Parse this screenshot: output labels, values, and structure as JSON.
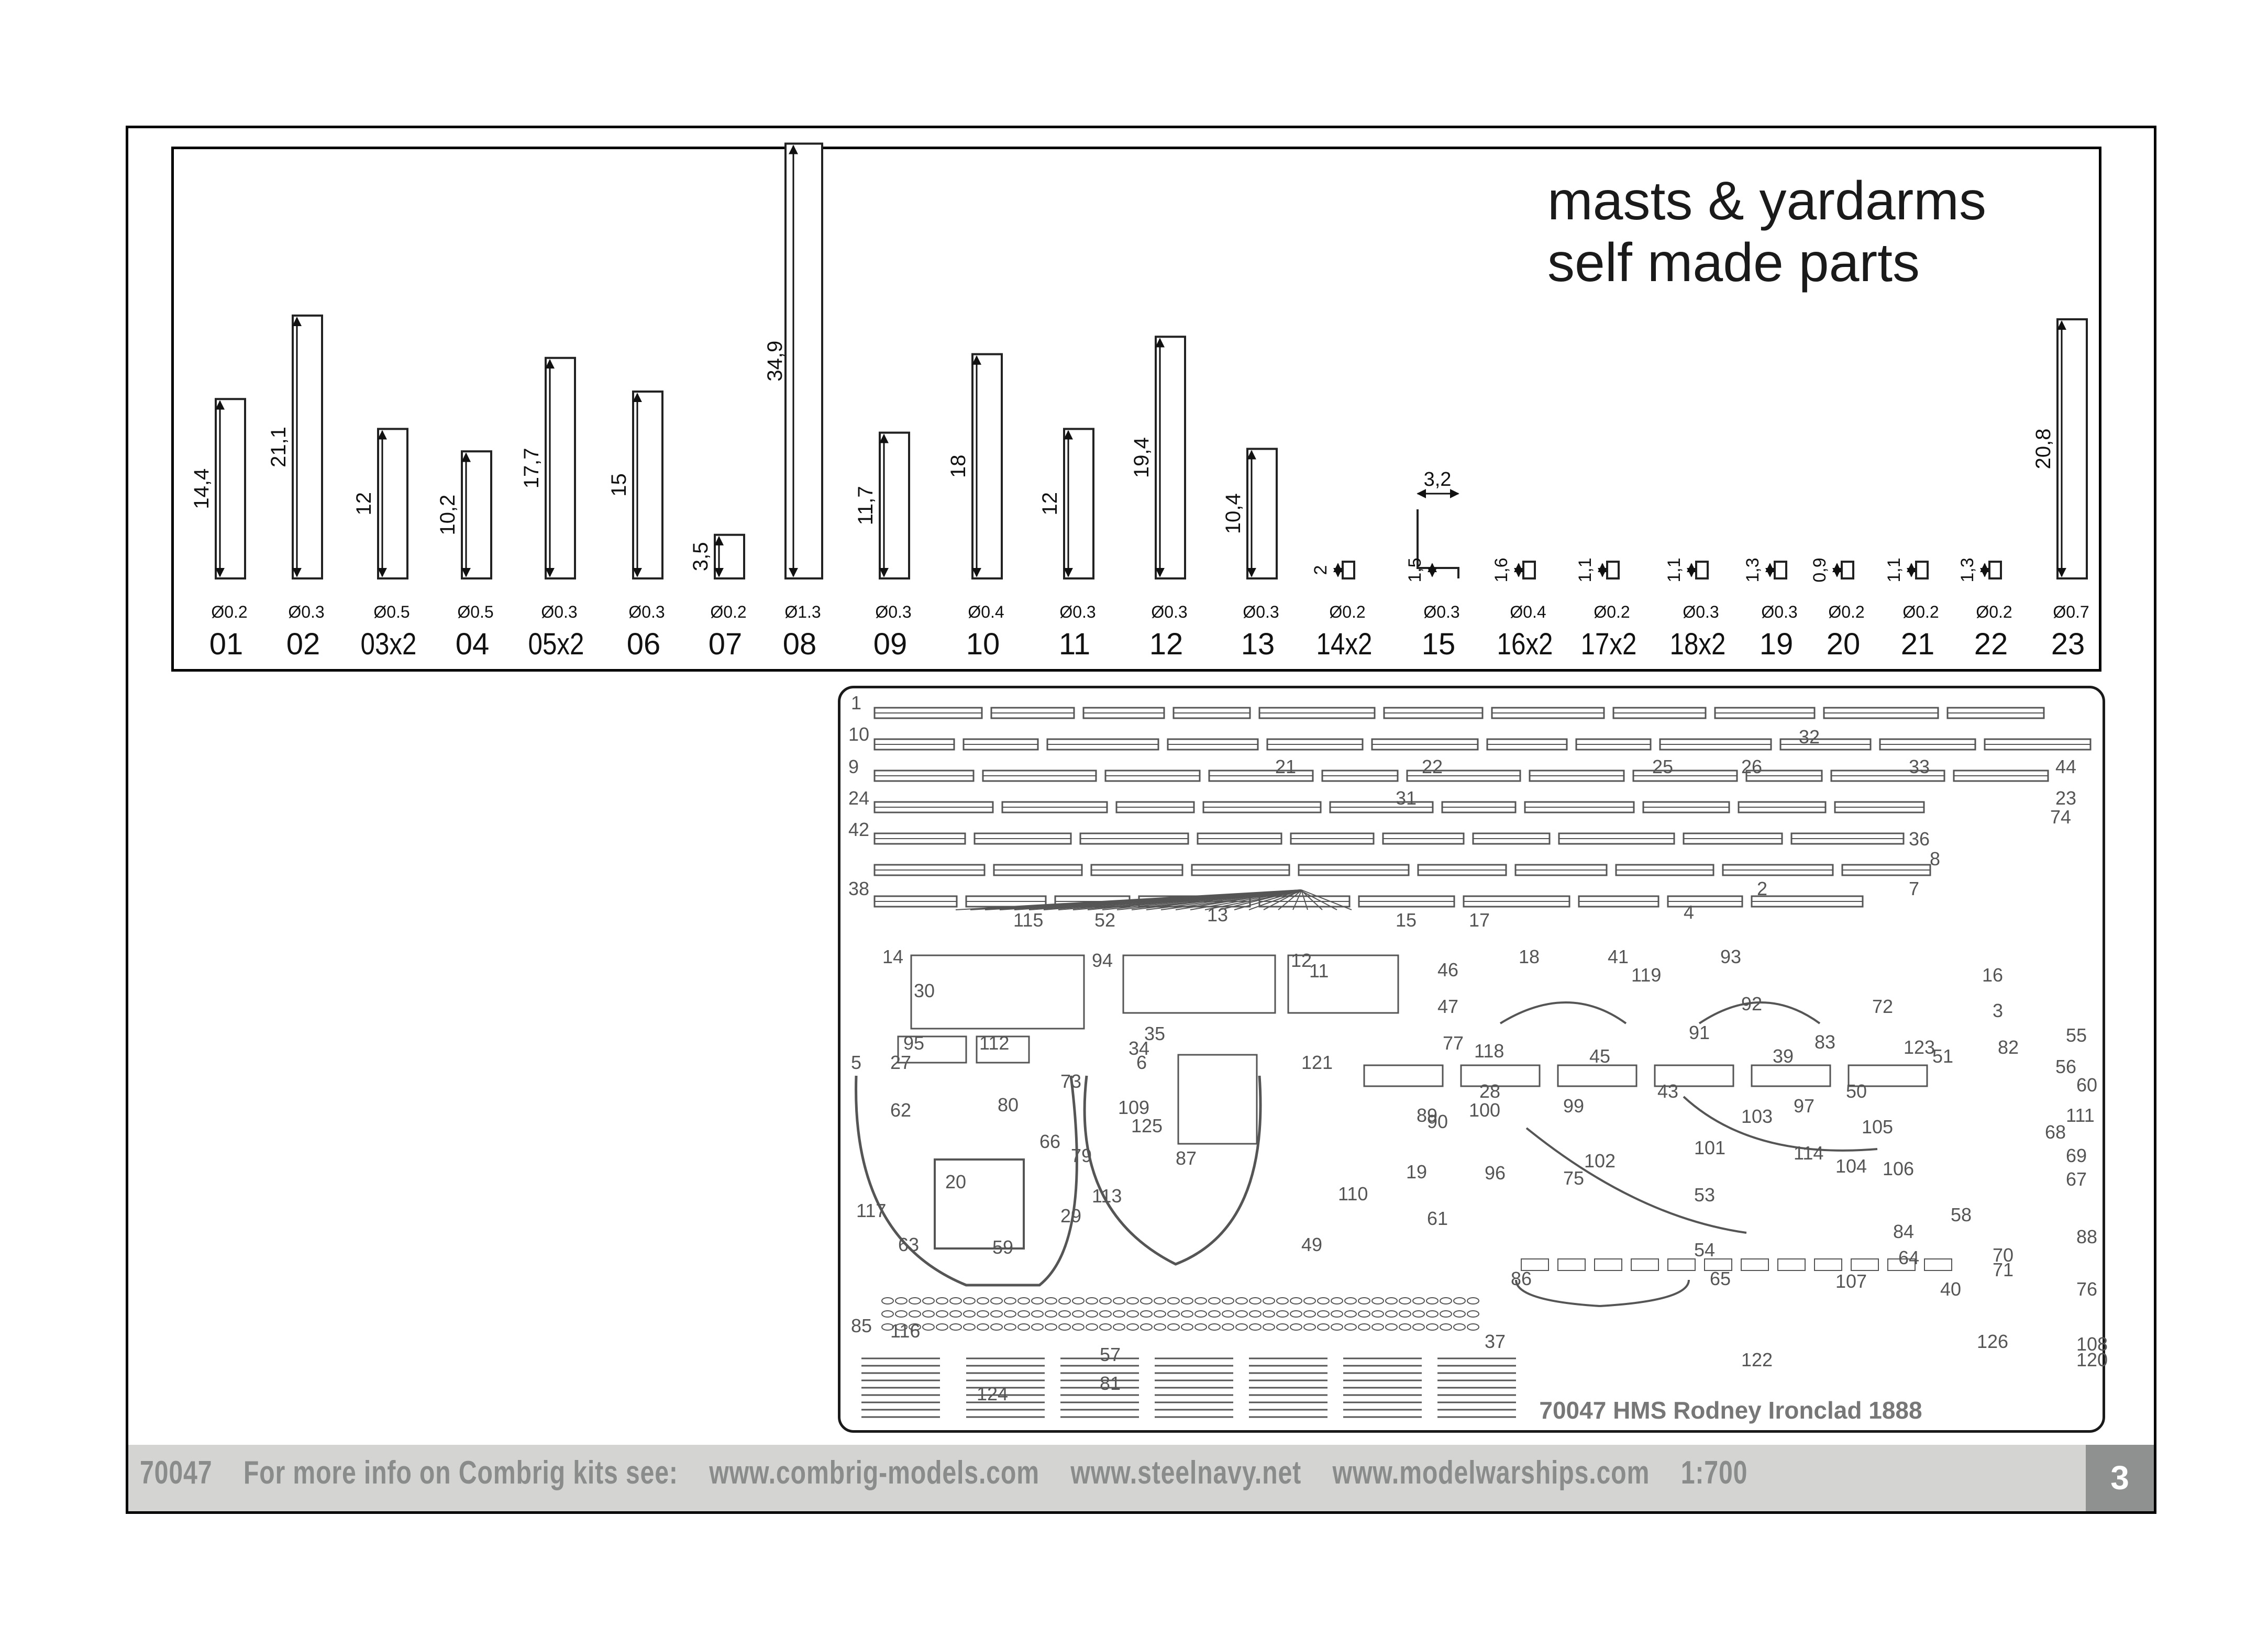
{
  "title": {
    "line1": "masts & yardarms",
    "line2": "self made parts"
  },
  "parts": [
    {
      "num": "01",
      "length": "14,4",
      "dia": "Ø0.2"
    },
    {
      "num": "02",
      "length": "21,1",
      "dia": "Ø0.3"
    },
    {
      "num": "03x2",
      "length": "12",
      "dia": "Ø0.5"
    },
    {
      "num": "04",
      "length": "10,2",
      "dia": "Ø0.5"
    },
    {
      "num": "05x2",
      "length": "17,7",
      "dia": "Ø0.3"
    },
    {
      "num": "06",
      "length": "15",
      "dia": "Ø0.3"
    },
    {
      "num": "07",
      "length": "3,5",
      "dia": "Ø0.2"
    },
    {
      "num": "08",
      "length": "34,9",
      "dia": "Ø1.3"
    },
    {
      "num": "09",
      "length": "11,7",
      "dia": "Ø0.3"
    },
    {
      "num": "10",
      "length": "18",
      "dia": "Ø0.4"
    },
    {
      "num": "11",
      "length": "12",
      "dia": "Ø0.3"
    },
    {
      "num": "12",
      "length": "19,4",
      "dia": "Ø0.3"
    },
    {
      "num": "13",
      "length": "10,4",
      "dia": "Ø0.3"
    },
    {
      "num": "14x2",
      "length": "2",
      "dia": "Ø0.2"
    },
    {
      "num": "15",
      "length": "1,5",
      "dia": "Ø0.3",
      "extra": "3,2"
    },
    {
      "num": "16x2",
      "length": "1,6",
      "dia": "Ø0.4"
    },
    {
      "num": "17x2",
      "length": "1,1",
      "dia": "Ø0.2"
    },
    {
      "num": "18x2",
      "length": "1,1",
      "dia": "Ø0.3"
    },
    {
      "num": "19",
      "length": "1,3",
      "dia": "Ø0.3"
    },
    {
      "num": "20",
      "length": "0,9",
      "dia": "Ø0.2"
    },
    {
      "num": "21",
      "length": "1,1",
      "dia": "Ø0.2"
    },
    {
      "num": "22",
      "length": "1,3",
      "dia": "Ø0.2"
    },
    {
      "num": "23",
      "length": "20,8",
      "dia": "Ø0.7"
    }
  ],
  "sheet_label": "70047 HMS Rodney Ironclad 1888",
  "sheet_numbers": [
    "1",
    "10",
    "32",
    "9",
    "21",
    "22",
    "25",
    "26",
    "33",
    "44",
    "24",
    "31",
    "23",
    "74",
    "42",
    "36",
    "8",
    "38",
    "2",
    "7",
    "115",
    "52",
    "13",
    "15",
    "17",
    "4",
    "14",
    "94",
    "12",
    "11",
    "18",
    "41",
    "93",
    "119",
    "16",
    "46",
    "30",
    "47",
    "92",
    "72",
    "3",
    "91",
    "83",
    "123",
    "82",
    "55",
    "95",
    "112",
    "34",
    "35",
    "77",
    "118",
    "45",
    "39",
    "51",
    "56",
    "5",
    "27",
    "6",
    "121",
    "28",
    "43",
    "50",
    "60",
    "73",
    "109",
    "99",
    "97",
    "111",
    "62",
    "80",
    "125",
    "89",
    "100",
    "103",
    "105",
    "68",
    "66",
    "90",
    "79",
    "87",
    "102",
    "101",
    "104",
    "114",
    "106",
    "69",
    "20",
    "19",
    "96",
    "75",
    "67",
    "113",
    "110",
    "53",
    "117",
    "29",
    "63",
    "61",
    "54",
    "58",
    "88",
    "84",
    "59",
    "49",
    "64",
    "70",
    "71",
    "86",
    "65",
    "107",
    "40",
    "76",
    "85",
    "116",
    "37",
    "126",
    "108",
    "57",
    "122",
    "120",
    "81",
    "124"
  ],
  "footer": {
    "kit": "70047",
    "info": "For more info on Combrig kits see:",
    "site1": "www.combrig-models.com",
    "site2": "www.steelnavy.net",
    "site3": "www.modelwarships.com",
    "scale": "1:700",
    "page": "3"
  }
}
